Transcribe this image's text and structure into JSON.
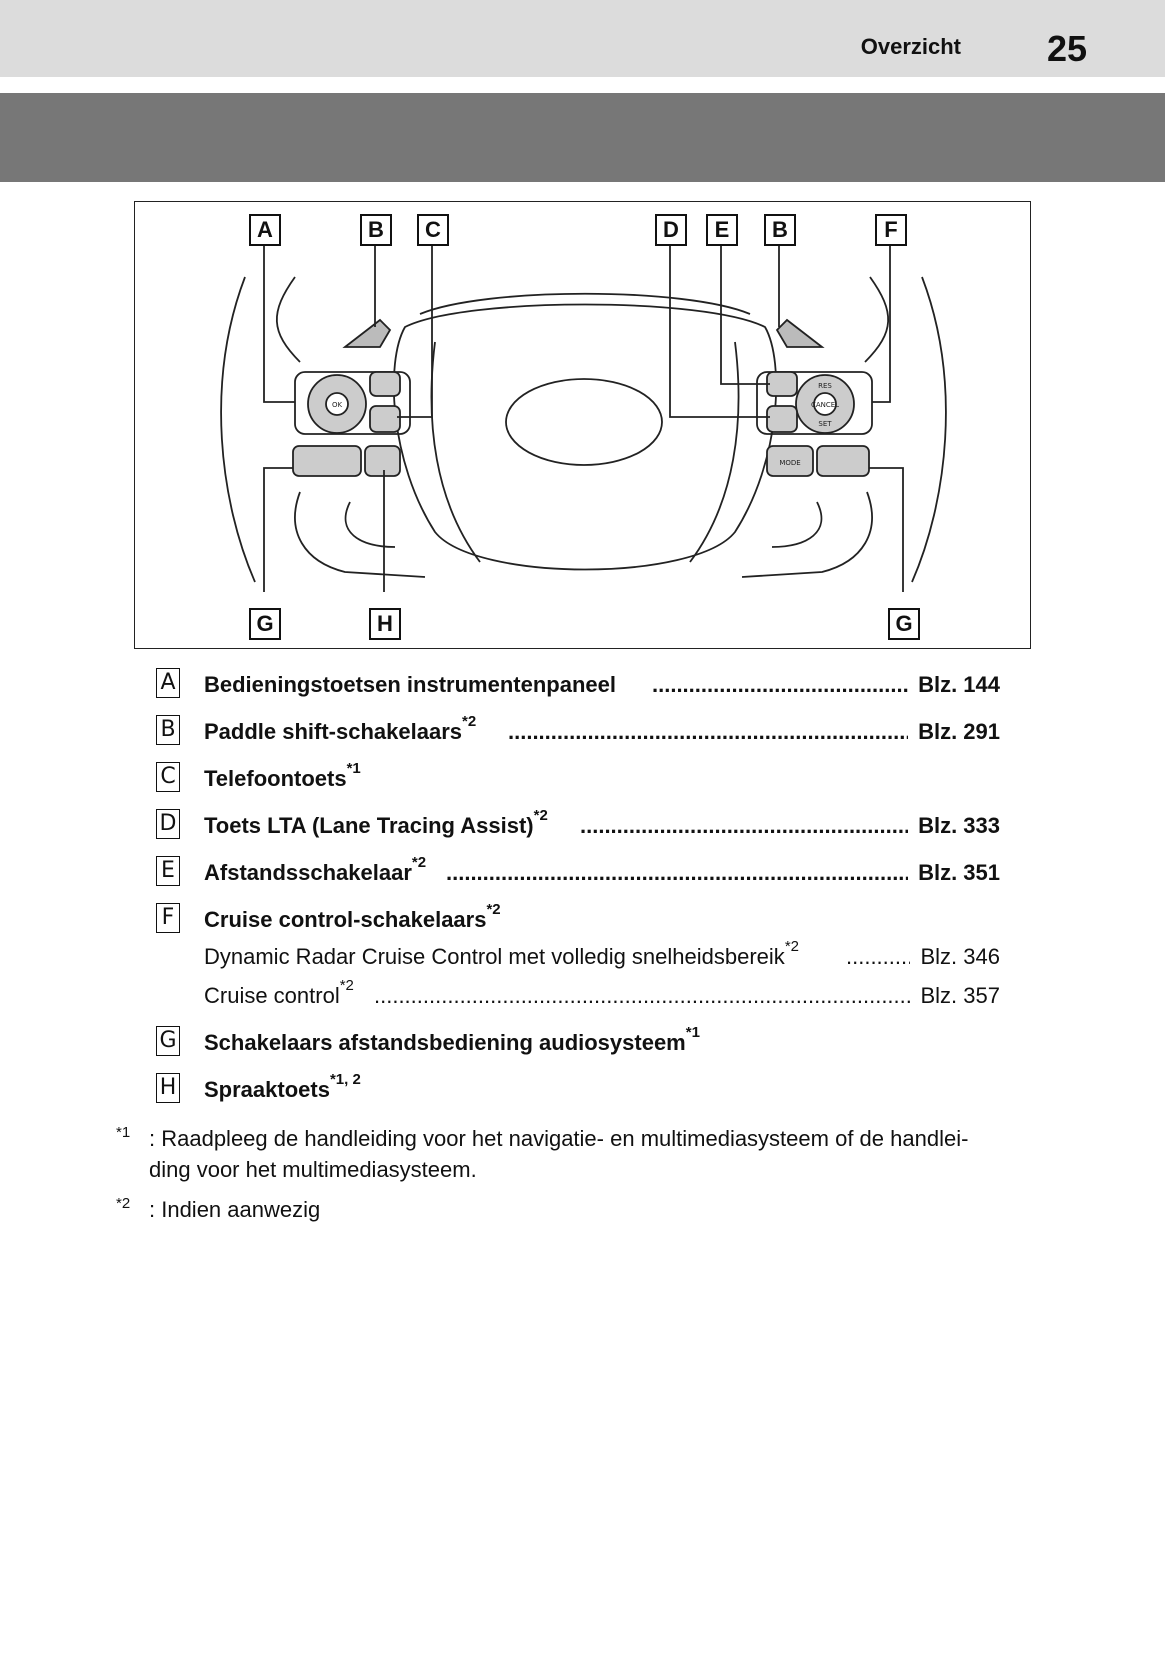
{
  "header": {
    "section_title": "Overzicht",
    "page_number": "25"
  },
  "figure": {
    "callouts_top": [
      "A",
      "B",
      "C",
      "D",
      "E",
      "B",
      "F"
    ],
    "callouts_bottom": [
      "G",
      "H",
      "G"
    ],
    "button_labels": [
      "OK",
      "RES",
      "CANCEL",
      "SET",
      "MODE"
    ]
  },
  "items": [
    {
      "key": "A",
      "label": "Bedieningstoetsen instrumentenpaneel",
      "sup": "",
      "dots": "................................................................................................",
      "page": "Blz. 144"
    },
    {
      "key": "B",
      "label": "Paddle shift-schakelaars",
      "sup": "*2",
      "dots": "................................................................................................",
      "page": "Blz. 291"
    },
    {
      "key": "C",
      "label": "Telefoontoets",
      "sup": "*1",
      "dots": "",
      "page": ""
    },
    {
      "key": "D",
      "label": "Toets LTA (Lane Tracing Assist)",
      "sup": "*2",
      "dots": "................................................................................................",
      "page": "Blz. 333"
    },
    {
      "key": "E",
      "label": "Afstandsschakelaar",
      "sup": "*2",
      "dots": "................................................................................................",
      "page": "Blz. 351"
    },
    {
      "key": "F",
      "label": "Cruise control-schakelaars",
      "sup": "*2",
      "dots": "",
      "page": ""
    }
  ],
  "subitems": [
    {
      "label": "Dynamic Radar Cruise Control met volledig snelheidsbereik",
      "sup": "*2",
      "dots": "................................................................................................",
      "page": "Blz. 346"
    },
    {
      "label": "Cruise control",
      "sup": "*2",
      "dots": "................................................................................................................................",
      "page": "Blz. 357"
    }
  ],
  "items_after": [
    {
      "key": "G",
      "label": "Schakelaars afstandsbediening audiosysteem",
      "sup": "*1"
    },
    {
      "key": "H",
      "label": "Spraaktoets",
      "sup": "*1, 2"
    }
  ],
  "notes": [
    {
      "mark": "*1",
      "text": ": Raadpleeg de handleiding voor het navigatie- en multimediasysteem of de handlei-",
      "text2": "ding voor het multimediasysteem."
    },
    {
      "mark": "*2",
      "text": ": Indien aanwezig"
    }
  ]
}
